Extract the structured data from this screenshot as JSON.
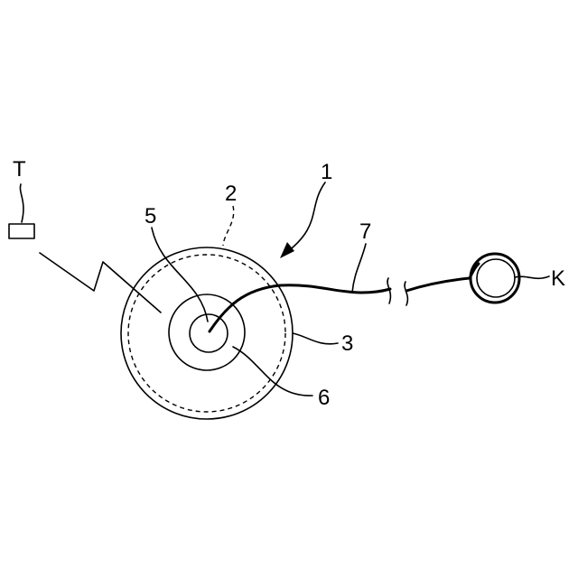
{
  "labels": {
    "T": "T",
    "device": "1",
    "dashed": "2",
    "outer": "3",
    "inner_small": "5",
    "ring": "6",
    "wire": "7",
    "K": "K"
  },
  "colors": {
    "stroke": "#000000",
    "background": "#ffffff"
  }
}
